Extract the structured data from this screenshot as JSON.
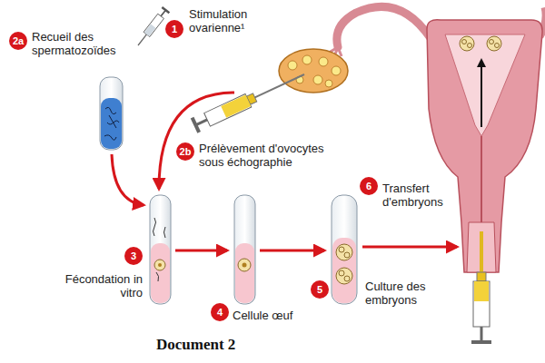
{
  "diagram": {
    "caption": "Document 2",
    "labels": [
      "1",
      "Stimulation ovarienne¹",
      "2a",
      "Recueil des spermatozoïdes",
      "2b",
      "Prélèvement d'ovocytes sous échographie",
      "3",
      "Fécondation in vitro",
      "4",
      "Cellule œuf",
      "5",
      "Culture des embryons",
      "6",
      "Transfert d'embryons"
    ]
  }
}
